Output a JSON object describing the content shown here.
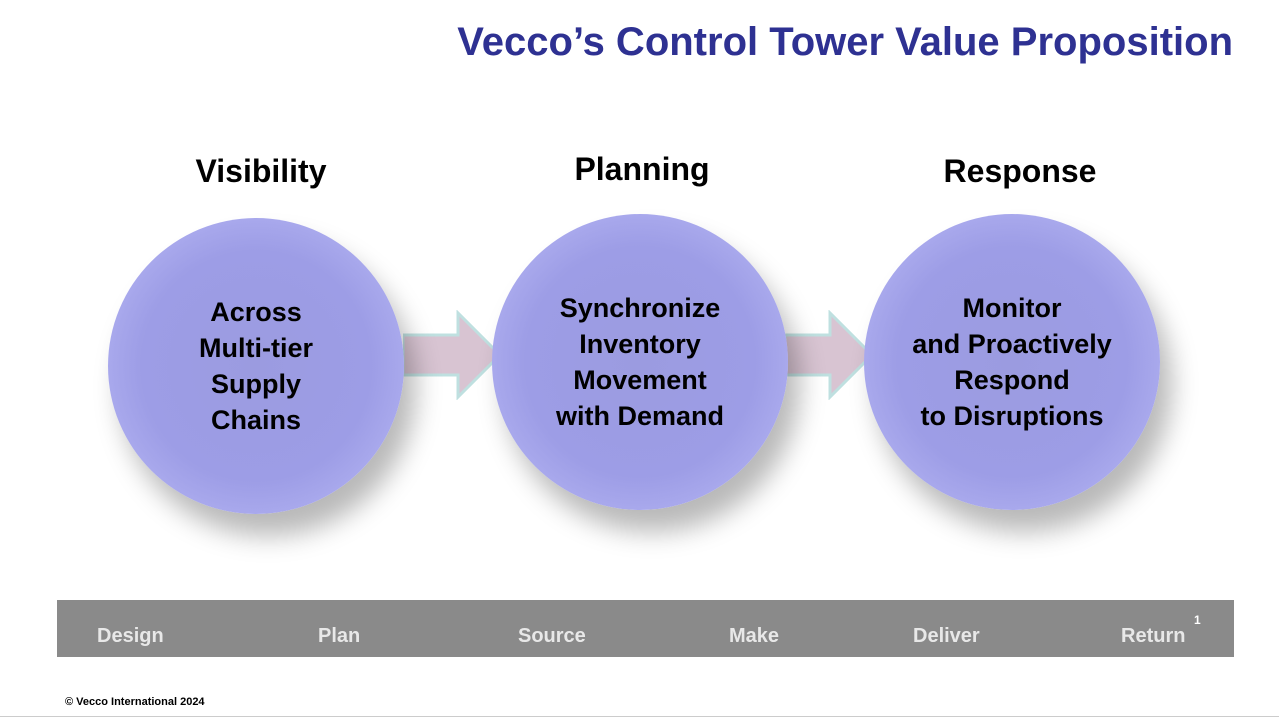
{
  "title": "Vecco’s Control Tower Value Proposition",
  "pillars": [
    {
      "heading": "Visibility",
      "text": "Across\nMulti-tier\nSupply\nChains"
    },
    {
      "heading": "Planning",
      "text": "Synchronize\nInventory\nMovement\nwith Demand"
    },
    {
      "heading": "Response",
      "text": "Monitor\nand Proactively\nRespond\nto Disruptions"
    }
  ],
  "stages": [
    "Design",
    "Plan",
    "Source",
    "Make",
    "Deliver",
    "Return"
  ],
  "footnote_marker": "1",
  "copyright": "© Vecco International 2024",
  "colors": {
    "title": "#2e3192",
    "circle": "#9d9de6",
    "arrow": "#d8c4d2",
    "bar": "#8a8a8a"
  }
}
